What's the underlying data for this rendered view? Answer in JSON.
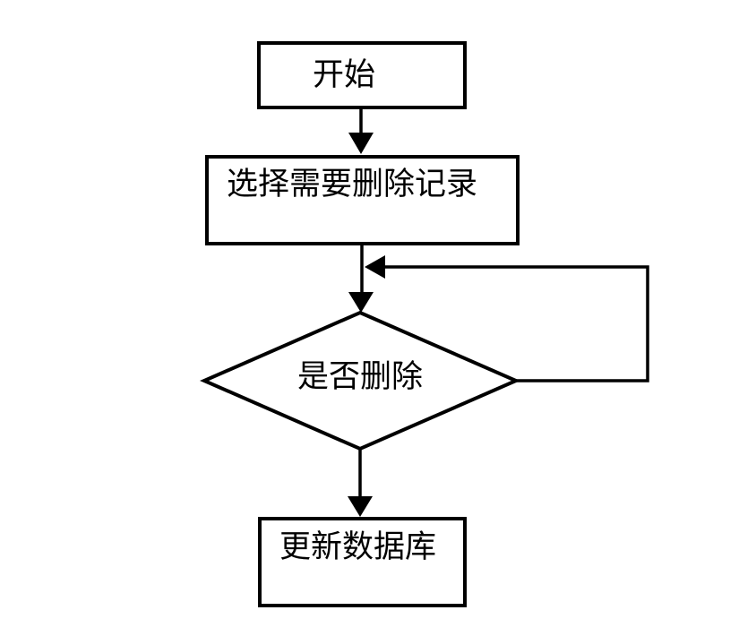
{
  "flowchart": {
    "nodes": [
      {
        "id": "start",
        "shape": "rectangle",
        "label": "开始"
      },
      {
        "id": "select-records",
        "shape": "rectangle",
        "label": "选择需要删除记录"
      },
      {
        "id": "delete-decision",
        "shape": "diamond",
        "label": "是否删除"
      },
      {
        "id": "update-database",
        "shape": "rectangle",
        "label": "更新数据库"
      }
    ],
    "edges": [
      {
        "from": "start",
        "to": "select-records"
      },
      {
        "from": "select-records",
        "to": "delete-decision"
      },
      {
        "from": "delete-decision",
        "to": "select-records",
        "type": "loop-back"
      },
      {
        "from": "delete-decision",
        "to": "update-database"
      }
    ],
    "colors": {
      "stroke": "#000000",
      "text": "#000000",
      "background": "#ffffff"
    }
  }
}
